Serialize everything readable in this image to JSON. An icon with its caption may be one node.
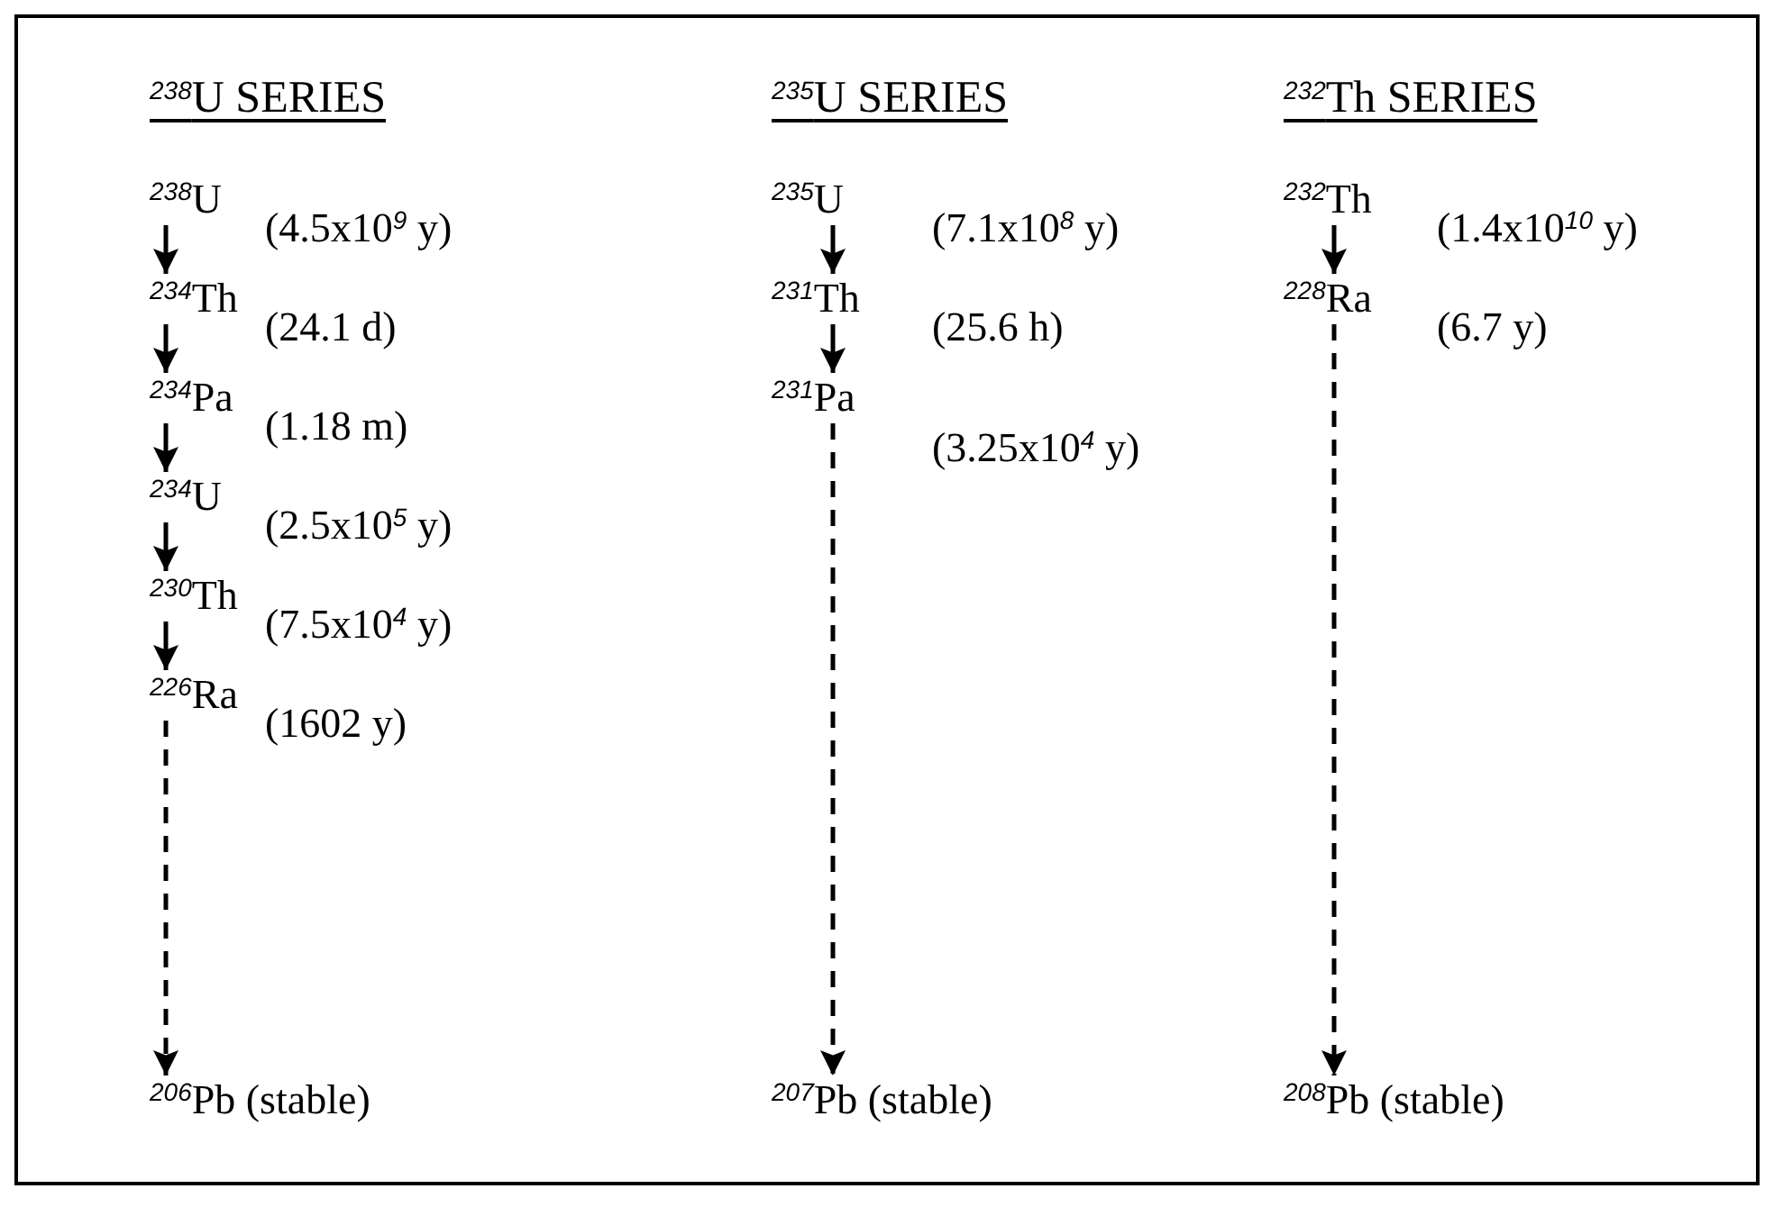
{
  "diagram": {
    "nodes": [
      {
        "text": [
          "$^{238}$U"
        ]
      },
      {
        "text": [
          "$^{234}$Th"
        ]
      },
      {
        "text": [
          "$^{234}$Pa"
        ]
      },
      {
        "text": [
          "$^{234}$U"
        ]
      },
      {
        "text": [
          "$^{230}$Th"
        ]
      },
      {
        "text": [
          "$^{226}$Ra"
        ]
      },
      {
        "text": [
          "$^{206}$Pb (stable)"
        ]
      },
      {
        "text": [
          "$^{235}$U"
        ]
      },
      {
        "text": [
          "$^{231}$Th"
        ]
      },
      {
        "text": [
          "$^{231}$Pa"
        ]
      },
      {
        "text": [
          "$^{207}$Pb (stable)"
        ]
      },
      {
        "text": [
          "$^{232}$Th"
        ]
      },
      {
        "text": [
          "$^{228}$Ra"
        ]
      },
      {
        "text": [
          "$^{208}$Pb (stable)"
        ]
      }
    ],
    "edges": [
      {
        "from": 0,
        "to": 1,
        "arrow": "to",
        "label": "(4.5x10$^{9}$ y)"
      },
      {
        "from": 1,
        "to": 2,
        "arrow": "to",
        "label": "(24.1 d)"
      },
      {
        "from": 2,
        "to": 3,
        "arrow": "to",
        "label": "(1.18 m)"
      },
      {
        "from": 3,
        "to": 4,
        "arrow": "to",
        "label": "(2.5x10$^{5}$ y)"
      },
      {
        "from": 4,
        "to": 5,
        "arrow": "to",
        "label": "(7.5x10$^{4}$ y)"
      },
      {
        "from": 5,
        "to": 6,
        "arrow": "to",
        "label": "(1602 y)",
        "style": "dashed"
      },
      {
        "from": 7,
        "to": 8,
        "arrow": "to",
        "label": "(7.1x10$^{8}$ y)"
      },
      {
        "from": 8,
        "to": 9,
        "arrow": "to",
        "label": "(25.6 h)"
      },
      {
        "from": 9,
        "to": 10,
        "arrow": "to",
        "label": "(3.25x10$^{4}$ y)",
        "style": "dashed"
      },
      {
        "from": 11,
        "to": 12,
        "arrow": "to",
        "label": "(1.4x10$^{10}$ y)"
      },
      {
        "from": 12,
        "to": 13,
        "arrow": "to",
        "label": "(6.7 y)",
        "style": "dashed"
      }
    ],
    "labels": [
      "$^{238}$U SERIES",
      "$^{235}$U SERIES",
      "$^{232}$Th SERIES"
    ]
  }
}
